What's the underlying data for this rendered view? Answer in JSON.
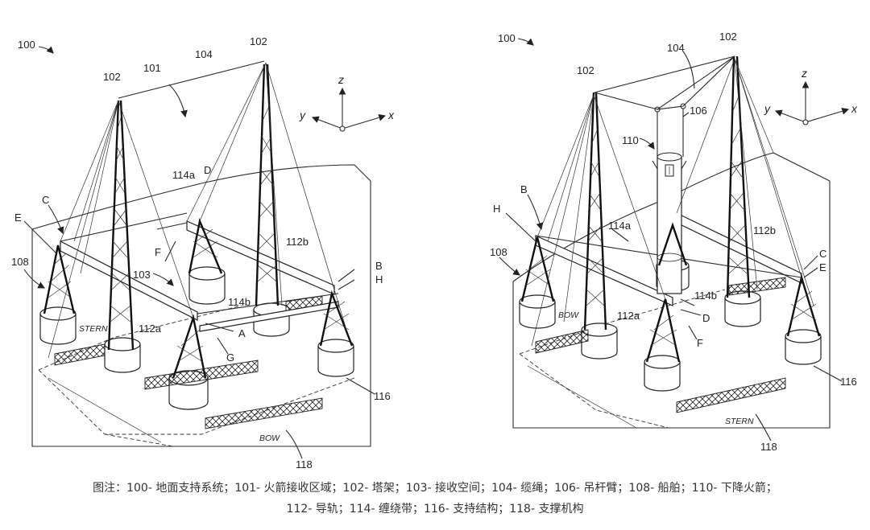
{
  "caption": {
    "line1": "图注：100- 地面支持系统；101- 火箭接收区域；102- 塔架；103- 接收空间；104- 缆绳；106- 吊杆臂；108- 船舶；110- 下降火箭；",
    "line2": "112- 导轨；114- 缠绕带；116- 支持结构；118- 支撑机构"
  },
  "left_figure": {
    "ref_100": "100",
    "ref_101": "101",
    "ref_102a": "102",
    "ref_102b": "102",
    "ref_103": "103",
    "ref_104": "104",
    "ref_108": "108",
    "ref_112a": "112a",
    "ref_112b": "112b",
    "ref_114a": "114a",
    "ref_114b": "114b",
    "ref_116": "116",
    "ref_118": "118",
    "A": "A",
    "B": "B",
    "C": "C",
    "D": "D",
    "E": "E",
    "F": "F",
    "G": "G",
    "H": "H",
    "stern": "STERN",
    "bow": "BOW",
    "axis_x": "x",
    "axis_y": "y",
    "axis_z": "z"
  },
  "right_figure": {
    "ref_100": "100",
    "ref_102a": "102",
    "ref_102b": "102",
    "ref_104": "104",
    "ref_106": "106",
    "ref_108": "108",
    "ref_110": "110",
    "ref_112a": "112a",
    "ref_112b": "112b",
    "ref_114a": "114a",
    "ref_114b": "114b",
    "ref_116": "116",
    "ref_118": "118",
    "B": "B",
    "C": "C",
    "D": "D",
    "E": "E",
    "F": "F",
    "H": "H",
    "stern": "STERN",
    "bow": "BOW",
    "axis_x": "x",
    "axis_y": "y",
    "axis_z": "z"
  }
}
